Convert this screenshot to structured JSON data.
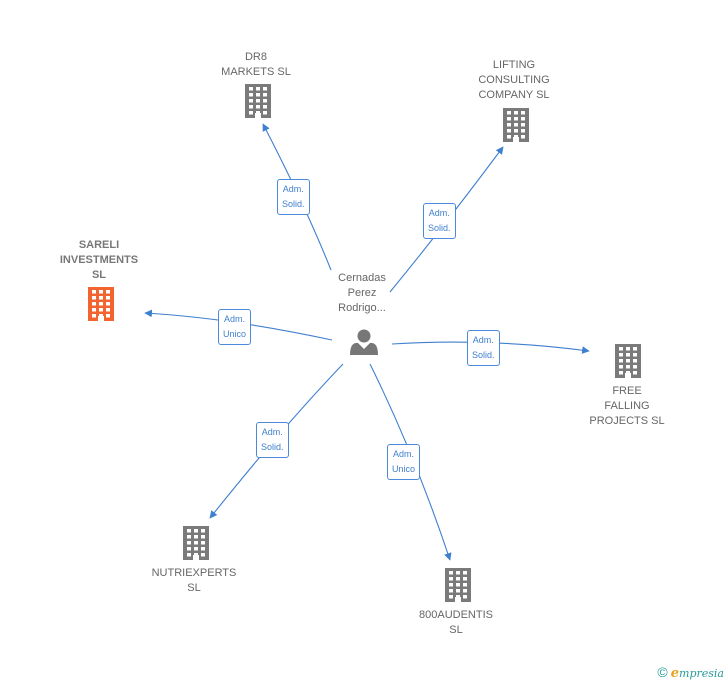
{
  "center": {
    "label": "Cernadas\nPerez\nRodrigo..."
  },
  "companies": [
    {
      "id": "dr8",
      "label": "DR8\nMARKETS  SL",
      "color": "#7a7a7a"
    },
    {
      "id": "lifting",
      "label": "LIFTING\nCONSULTING\nCOMPANY SL",
      "color": "#7a7a7a"
    },
    {
      "id": "sareli",
      "label": "SARELI\nINVESTMENTS\nSL",
      "color": "#f26531",
      "focus": true
    },
    {
      "id": "free",
      "label": "FREE\nFALLING\nPROJECTS SL",
      "color": "#7a7a7a"
    },
    {
      "id": "nutri",
      "label": "NUTRIEXPERTS\nSL",
      "color": "#7a7a7a"
    },
    {
      "id": "audentis",
      "label": "800AUDENTIS\nSL",
      "color": "#7a7a7a"
    }
  ],
  "edges": [
    {
      "to": "dr8",
      "label": "Adm.\nSolid."
    },
    {
      "to": "lifting",
      "label": "Adm.\nSolid."
    },
    {
      "to": "sareli",
      "label": "Adm.\nUnico"
    },
    {
      "to": "free",
      "label": "Adm.\nSolid."
    },
    {
      "to": "nutri",
      "label": "Adm.\nSolid."
    },
    {
      "to": "audentis",
      "label": "Adm.\nUnico"
    }
  ],
  "brand": {
    "copyright": "©",
    "e": "e",
    "rest": "mpresia"
  }
}
